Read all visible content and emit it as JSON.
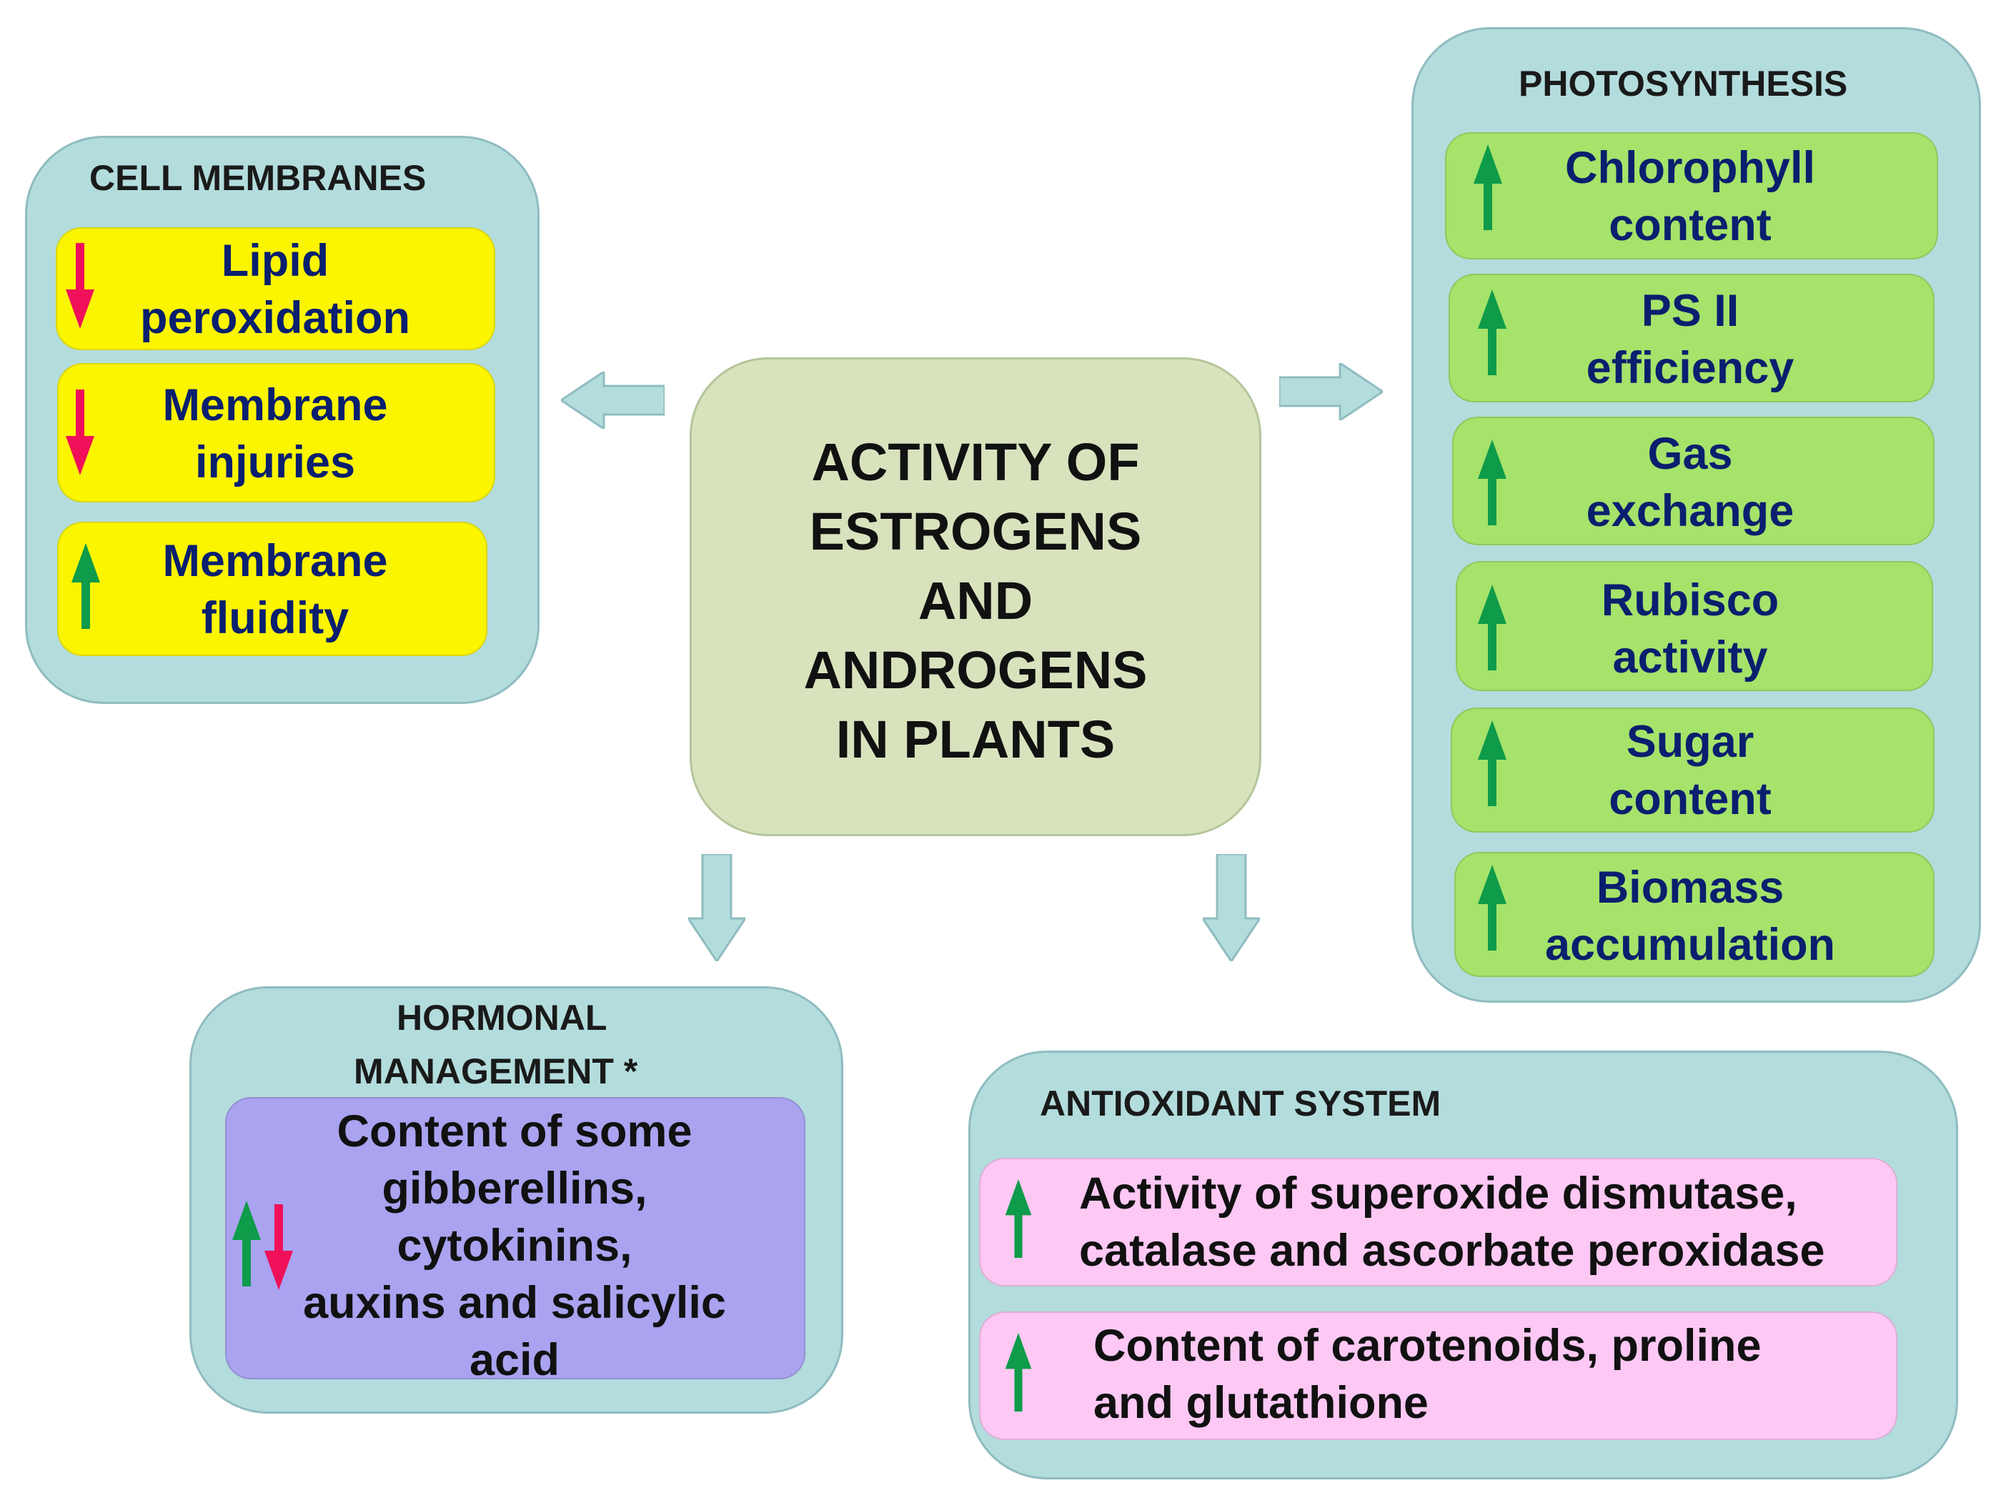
{
  "center": {
    "title": "ACTIVITY OF\nESTROGENS\nAND\nANDROGENS\nIN PLANTS"
  },
  "cell_membranes": {
    "title": "CELL MEMBRANES",
    "items": [
      {
        "text": "Lipid\nperoxidation",
        "trend": "down"
      },
      {
        "text": "Membrane\ninjuries",
        "trend": "down"
      },
      {
        "text": "Membrane\nfluidity",
        "trend": "up"
      }
    ]
  },
  "photosynthesis": {
    "title": "PHOTOSYNTHESIS",
    "items": [
      {
        "text": "Chlorophyll\ncontent",
        "trend": "up"
      },
      {
        "text": "PS II\nefficiency",
        "trend": "up"
      },
      {
        "text": "Gas\nexchange",
        "trend": "up"
      },
      {
        "text": "Rubisco\nactivity",
        "trend": "up"
      },
      {
        "text": "Sugar\ncontent",
        "trend": "up"
      },
      {
        "text": "Biomass\naccumulation",
        "trend": "up"
      }
    ]
  },
  "hormonal": {
    "title_line1": "HORMONAL",
    "title_line2": "MANAGEMENT *",
    "items": [
      {
        "text": "Content of some\ngibberellins,\ncytokinins,\nauxins and salicylic\nacid",
        "trend": "up-down"
      }
    ]
  },
  "antioxidant": {
    "title": "ANTIOXIDANT SYSTEM",
    "items": [
      {
        "text": "Activity of superoxide dismutase,\ncatalase and ascorbate peroxidase",
        "trend": "up"
      },
      {
        "text": "Content of carotenoids, proline\n and glutathione",
        "trend": "up"
      }
    ]
  },
  "colors": {
    "up_arrow": "#0e9b4a",
    "down_arrow": "#f0105a",
    "panel": "#b3dcdd",
    "center": "#d8e3be",
    "block_arrow": "#b3dcdd"
  }
}
